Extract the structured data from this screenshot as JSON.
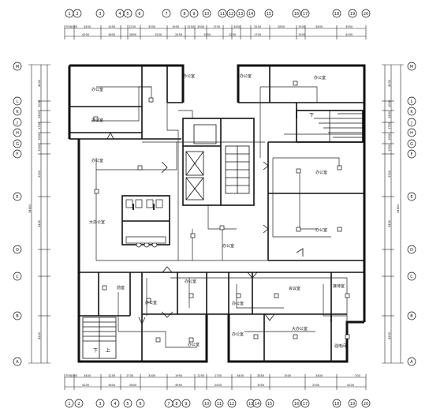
{
  "axes": {
    "top": [
      "1",
      "2",
      "3",
      "4",
      "5",
      "6",
      "7",
      "8",
      "9",
      "10",
      "11",
      "12",
      "13",
      "14",
      "15",
      "16",
      "17",
      "18",
      "19",
      "20"
    ],
    "bottom": [
      "1",
      "2",
      "3",
      "4",
      "5",
      "6",
      "7",
      "8",
      "9",
      "10",
      "11",
      "12",
      "13",
      "14",
      "15",
      "16",
      "17",
      "18",
      "19",
      "20"
    ],
    "left": [
      "M",
      "L",
      "K",
      "J",
      "H",
      "G",
      "F",
      "E",
      "D",
      "C",
      "B",
      "A"
    ],
    "right": [
      "M",
      "L",
      "K",
      "J",
      "H",
      "G",
      "F",
      "E",
      "D",
      "C",
      "B",
      "A"
    ]
  },
  "dims": {
    "top_row1": [
      "700",
      "1050",
      "3450",
      "1050",
      "1250",
      "3300",
      "1950",
      "1250",
      "3300",
      "1700",
      "3450",
      "3150",
      "2850",
      "1500",
      "3400",
      "3550"
    ],
    "top_row2": [
      "4200",
      "1600",
      "2800",
      "1550",
      "2450",
      "1950",
      "1250",
      "1700",
      "1500",
      "4200"
    ],
    "bottom_row1": [
      "700",
      "1050",
      "3450",
      "1250",
      "1700",
      "3300",
      "1950",
      "1250",
      "1700",
      "3450",
      "2850",
      "1500",
      "3400",
      "700"
    ],
    "bottom_row2": [
      "4200",
      "1600",
      "2800",
      "4950",
      "2450",
      "1950",
      "2500",
      "4200"
    ],
    "left_col": [
      "4200",
      "1050",
      "3450",
      "1750",
      "1950",
      "1250",
      "3300",
      "3450",
      "4200"
    ],
    "right_col": [
      "4200",
      "1050",
      "3450",
      "1750",
      "1950",
      "1250",
      "3300",
      "3450",
      "4200"
    ],
    "total_h": "34600",
    "total_w": "34600"
  },
  "rooms": {
    "r1": "办公室",
    "r2": "办公室",
    "r3": "办公室",
    "r4": "办公室",
    "r5": "办公室",
    "r6": "办公室",
    "r7": "大办公室",
    "r8": "办公室",
    "r9": "办公室",
    "r10": "办公室",
    "r11": "会议室",
    "r12": "办公室",
    "r13": "办公室",
    "r14": "办公室",
    "r15": "接待室",
    "r16": "办公室",
    "r17": "大办公室",
    "r18": "办公室",
    "r19": "强电间",
    "r20": "前室"
  },
  "stairs": {
    "s_left": [
      "下",
      "上"
    ],
    "s_right": [
      "下"
    ]
  }
}
